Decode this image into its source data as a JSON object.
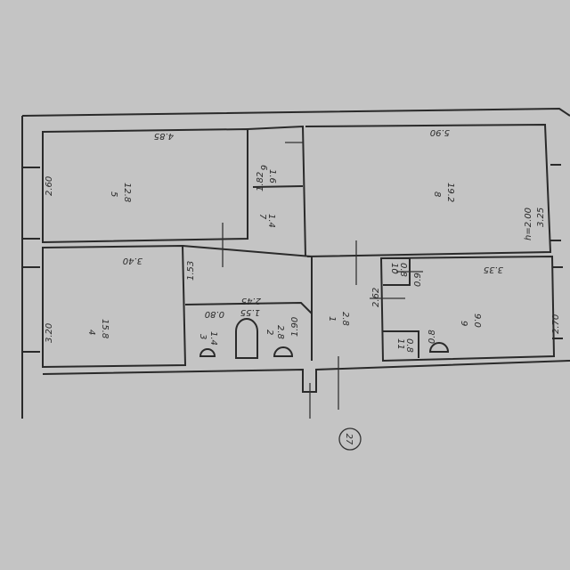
{
  "plan": {
    "ceiling_height": "h=2.00",
    "entrance_number": "27",
    "rooms": [
      {
        "number": "5",
        "area": "12.8"
      },
      {
        "number": "8",
        "area": "19.2"
      },
      {
        "number": "4",
        "area": "15.8"
      },
      {
        "number": "1",
        "area": "2.8"
      },
      {
        "number": "9",
        "area": "9.0"
      },
      {
        "number": "2",
        "area": "2.8"
      },
      {
        "number": "3",
        "area": "1.4"
      },
      {
        "number": "6",
        "area": "1.6"
      },
      {
        "number": "7",
        "area": "1.4"
      },
      {
        "number": "10",
        "area": "0.8"
      },
      {
        "number": "11",
        "area": "0.8"
      }
    ],
    "dimensions": [
      "4.85",
      "5.90",
      "2.60",
      "3.20",
      "3.40",
      "1.53",
      "2.45",
      "1.55",
      "1.90",
      "2.62",
      "3.35",
      "2.70",
      "3.25",
      "1.82",
      "0.8",
      "0.9",
      "0.80"
    ]
  }
}
